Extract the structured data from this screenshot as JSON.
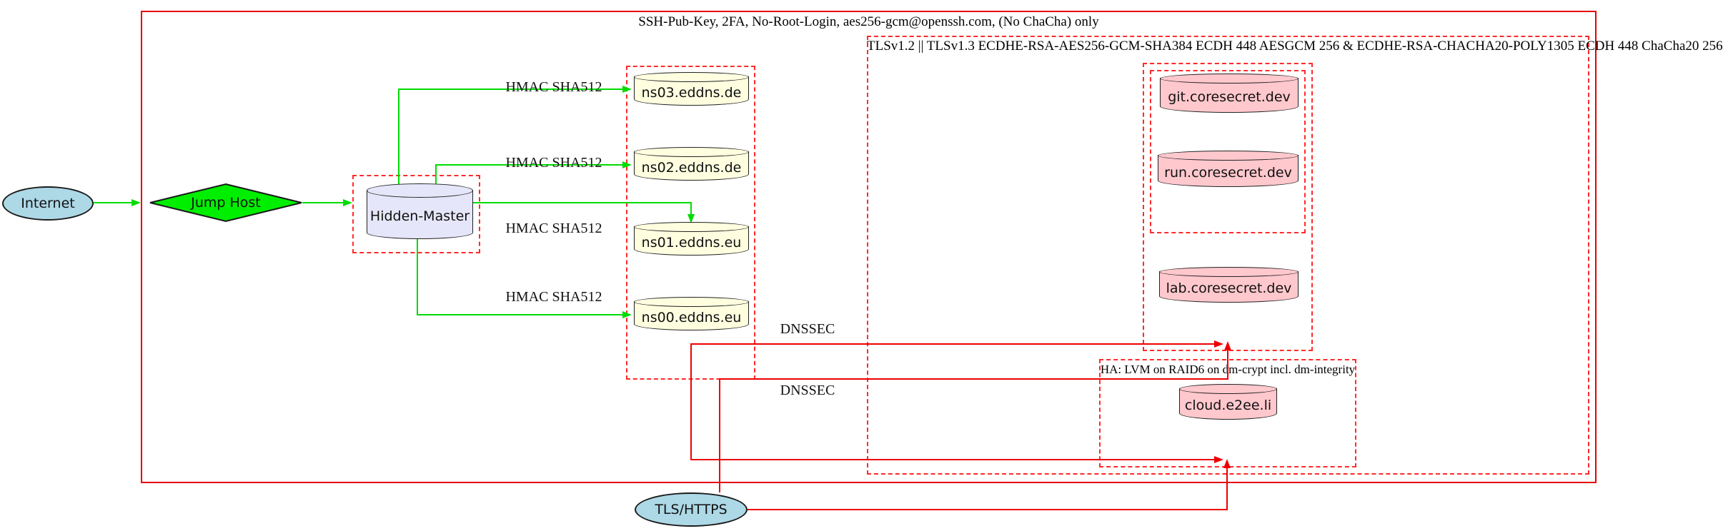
{
  "clusters": {
    "ssh": {
      "label": "SSH-Pub-Key, 2FA, No-Root-Login, aes256-gcm@openssh.com, (No ChaCha) only"
    },
    "tls": {
      "label": "TLSv1.2 || TLSv1.3 ECDHE-RSA-AES256-GCM-SHA384 ECDH 448 AESGCM 256 & ECDHE-RSA-CHACHA20-POLY1305 ECDH 448 ChaCha20 256"
    },
    "ha": {
      "label": "HA: LVM on RAID6 on dm-crypt incl. dm-integrity"
    }
  },
  "nodes": {
    "internet": {
      "label": "Internet",
      "shape": "ellipse",
      "fill": "#add8e6"
    },
    "jump_host": {
      "label": "Jump Host",
      "shape": "diamond",
      "fill": "#00ef00"
    },
    "hidden_master": {
      "label": "Hidden-Master",
      "shape": "cylinder",
      "fill": "#e6e6fa"
    },
    "ns03": {
      "label": "ns03.eddns.de",
      "shape": "cylinder",
      "fill": "#ffffe0"
    },
    "ns02": {
      "label": "ns02.eddns.de",
      "shape": "cylinder",
      "fill": "#ffffe0"
    },
    "ns01": {
      "label": "ns01.eddns.eu",
      "shape": "cylinder",
      "fill": "#ffffe0"
    },
    "ns00": {
      "label": "ns00.eddns.eu",
      "shape": "cylinder",
      "fill": "#ffffe0"
    },
    "git": {
      "label": "git.coresecret.dev",
      "shape": "cylinder",
      "fill": "#ffc8cd"
    },
    "run": {
      "label": "run.coresecret.dev",
      "shape": "cylinder",
      "fill": "#ffc8cd"
    },
    "lab": {
      "label": "lab.coresecret.dev",
      "shape": "cylinder",
      "fill": "#ffc8cd"
    },
    "cloud": {
      "label": "cloud.e2ee.li",
      "shape": "cylinder",
      "fill": "#ffc8cd"
    },
    "tls_https": {
      "label": "TLS/HTTPS",
      "shape": "ellipse",
      "fill": "#add8e6"
    }
  },
  "edge_labels": {
    "hmac": "HMAC SHA512",
    "dnssec": "DNSSEC"
  },
  "colors": {
    "cluster_border_dashed": "#ff2a2a",
    "cluster_border_solid": "#e60000",
    "edge_green": "#00dc00",
    "edge_red": "#ee0000",
    "node_lightblue": "#add8e6",
    "node_green": "#00ef00",
    "node_lavender": "#e6e6fa",
    "node_lightyellow": "#ffffe0",
    "node_pink": "#ffc8cd"
  }
}
